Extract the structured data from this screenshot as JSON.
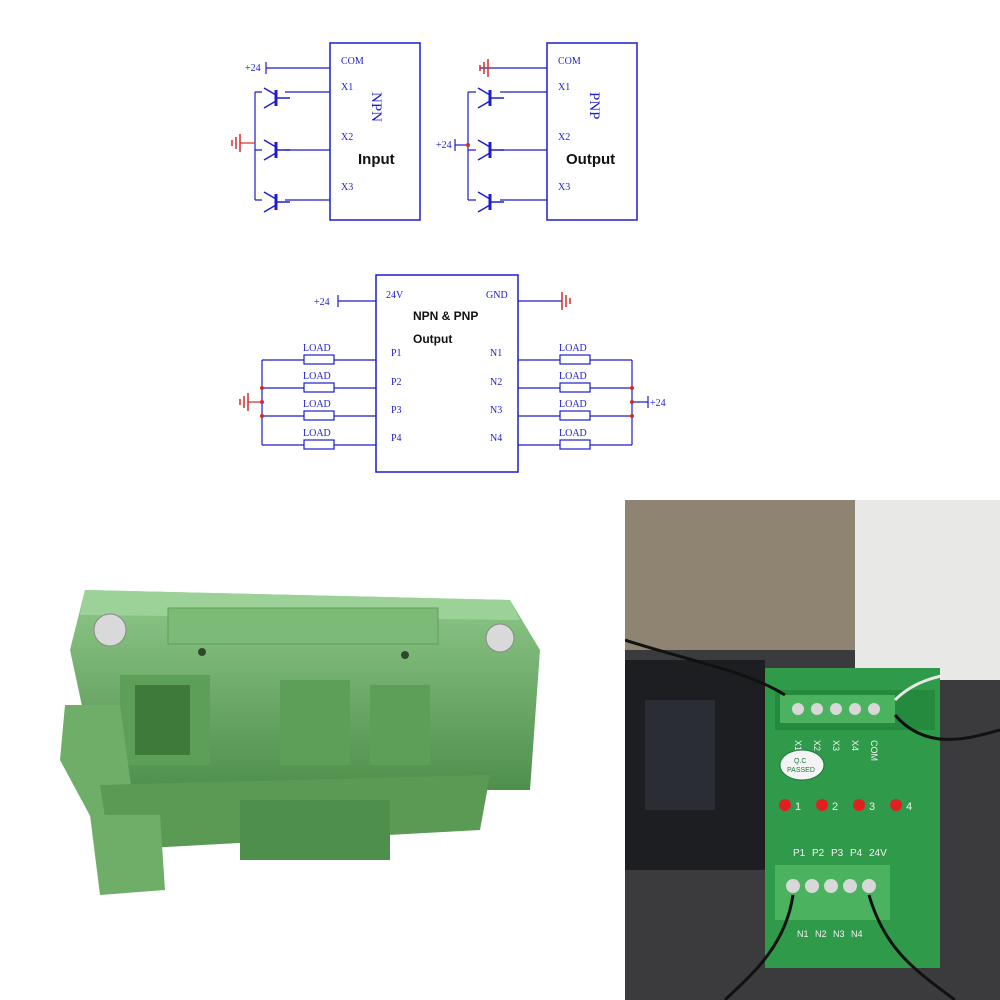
{
  "npn_input": {
    "title_vertical": "NPN",
    "title": "Input",
    "supply": "+24",
    "pins": [
      "COM",
      "X1",
      "X2",
      "X3"
    ]
  },
  "pnp_output": {
    "title_vertical": "PNP",
    "title": "Output",
    "supply": "+24",
    "pins": [
      "COM",
      "X1",
      "X2",
      "X3"
    ]
  },
  "npn_pnp_output": {
    "title_line1": "NPN & PNP",
    "title_line2": "Output",
    "left_supply": "+24",
    "right_supply": "+24",
    "top_left_pin": "24V",
    "top_right_pin": "GND",
    "left_pins": [
      "P1",
      "P2",
      "P3",
      "P4"
    ],
    "right_pins": [
      "N1",
      "N2",
      "N3",
      "N4"
    ],
    "load_label": "LOAD"
  },
  "board_photo": {
    "top_terminal_labels": [
      "X1",
      "X2",
      "X3",
      "X4",
      "COM"
    ],
    "sticker_line1": "Q.C",
    "sticker_line2": "PASSED",
    "led_numbers": [
      "1",
      "2",
      "3",
      "4"
    ],
    "bottom_terminal_labels_top": [
      "P1",
      "P2",
      "P3",
      "P4",
      "24V"
    ],
    "bottom_terminal_labels_bottom": [
      "N1",
      "N2",
      "N3",
      "N4"
    ]
  },
  "colors": {
    "wire": "#1d1dcc",
    "ground": "#d42a2a",
    "housing_green": "#6fae6a",
    "pcb_green": "#2f9a4a"
  }
}
